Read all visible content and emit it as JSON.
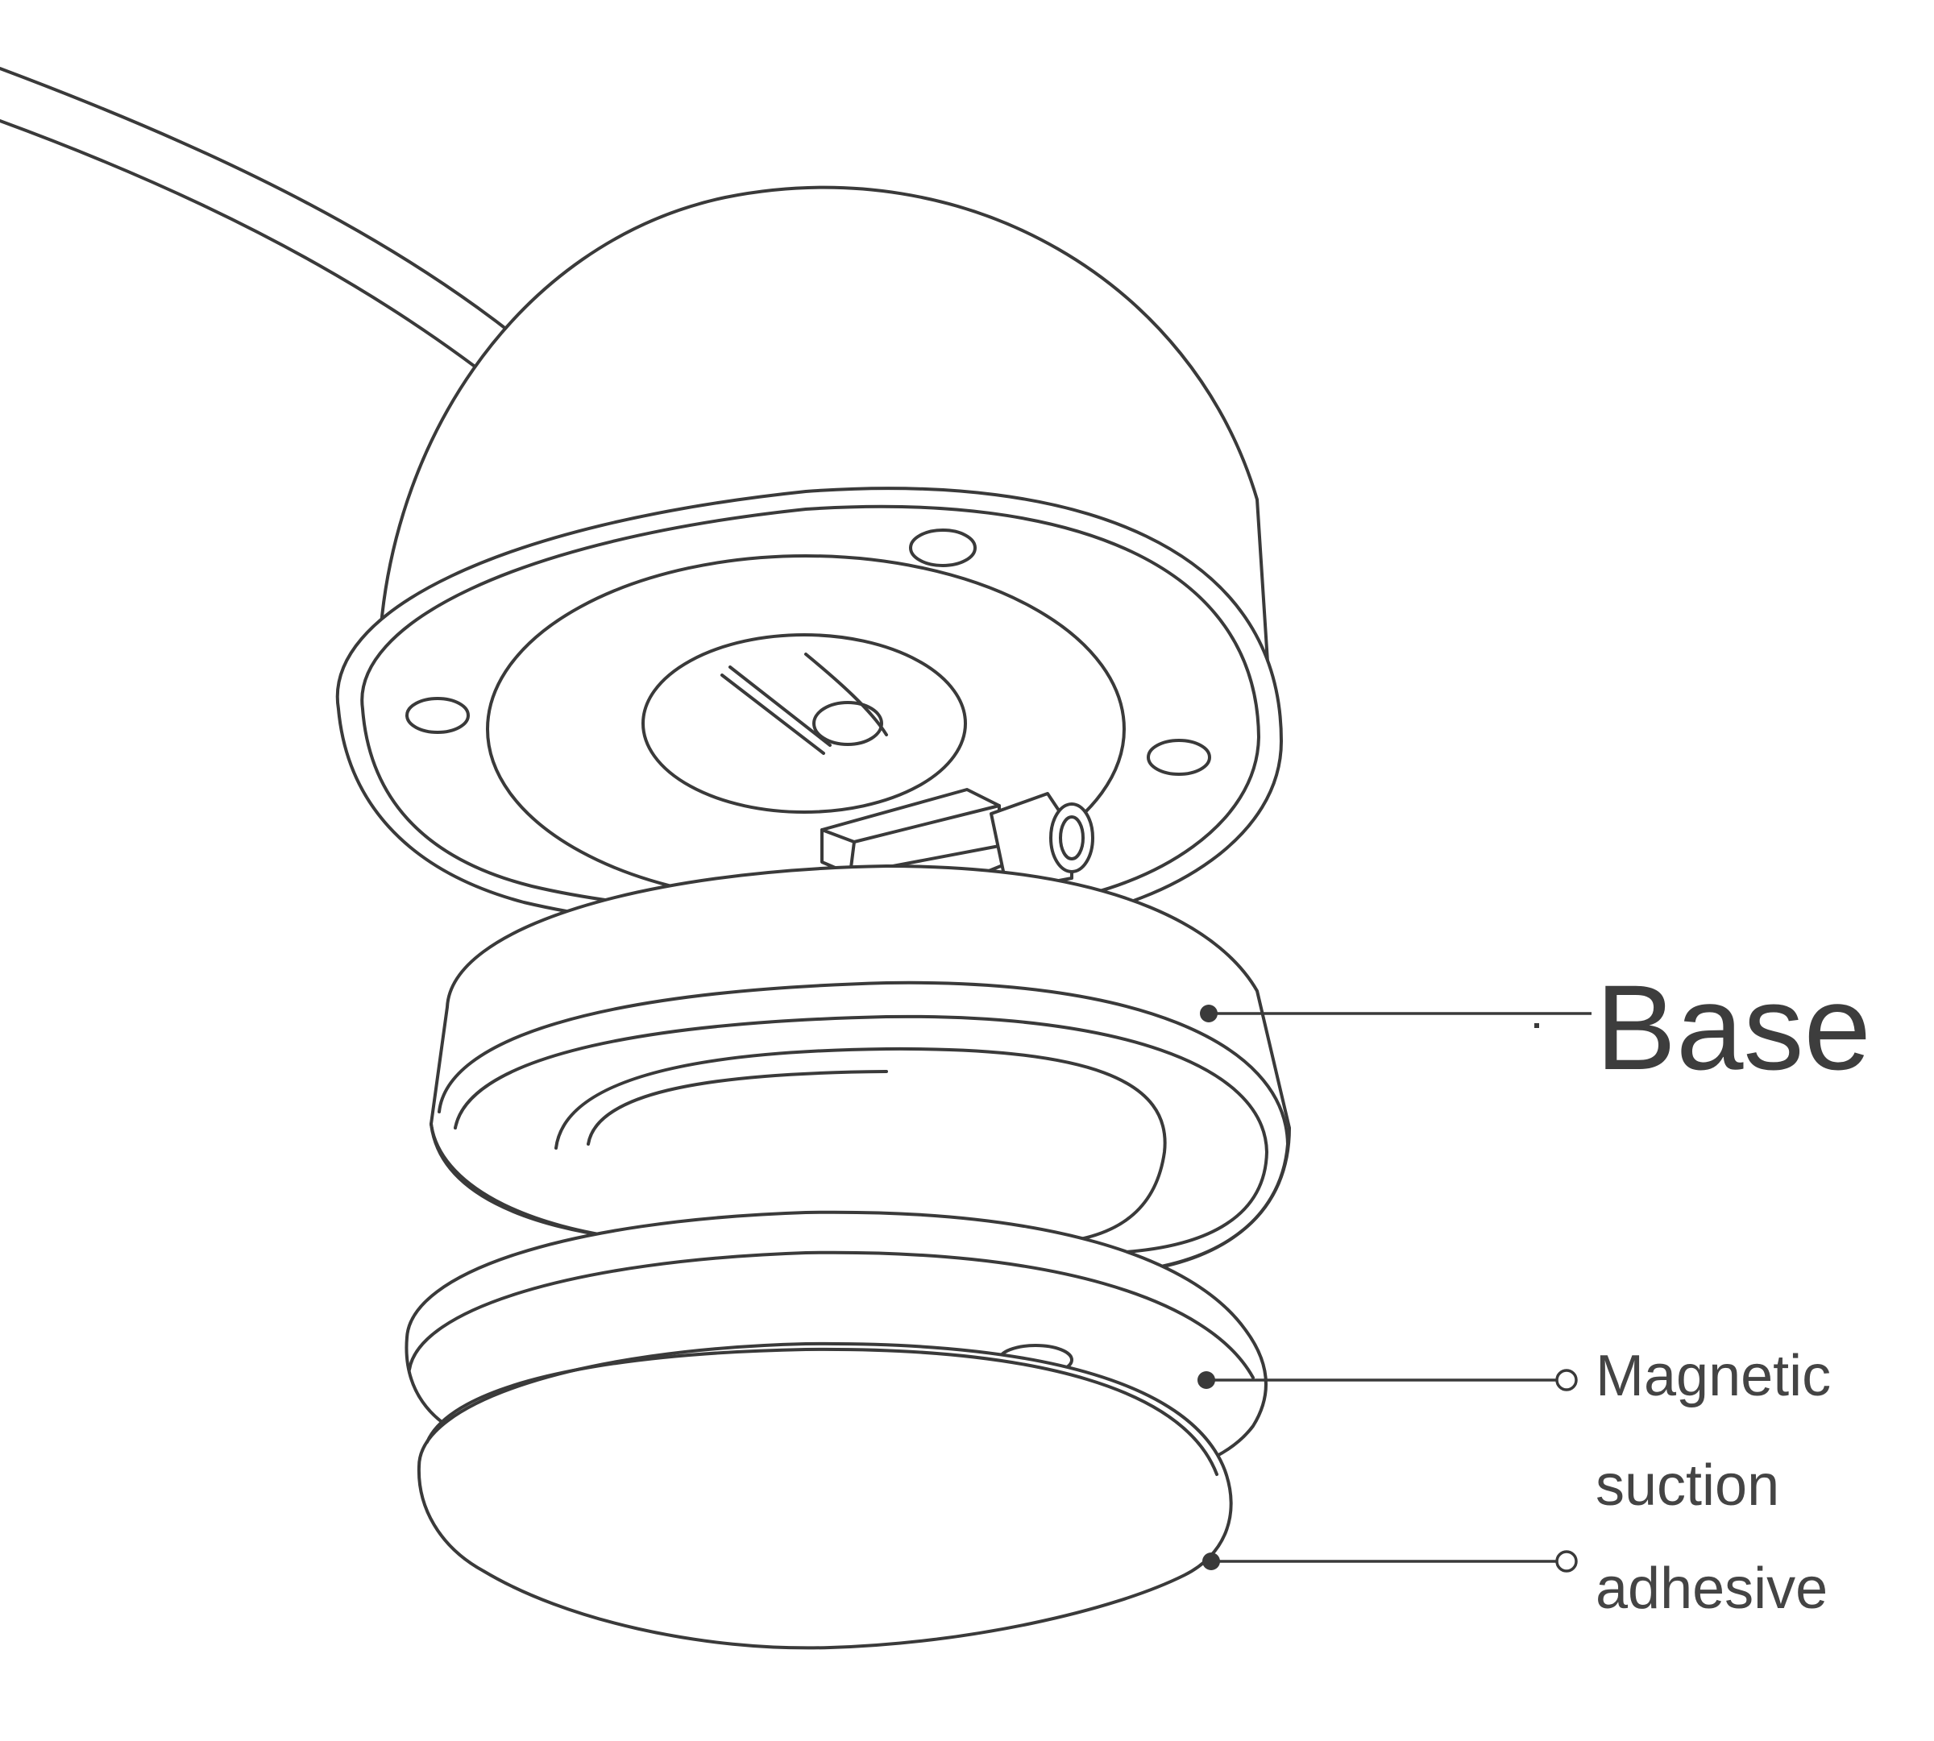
{
  "diagram": {
    "labels": {
      "base": "Base",
      "magnetic_line1": "Magnetic",
      "magnetic_line2": "suction",
      "adhesive": "adhesive"
    },
    "colors": {
      "line": "#3a3a3a",
      "label": "#444444",
      "background": "#ffffff"
    }
  }
}
